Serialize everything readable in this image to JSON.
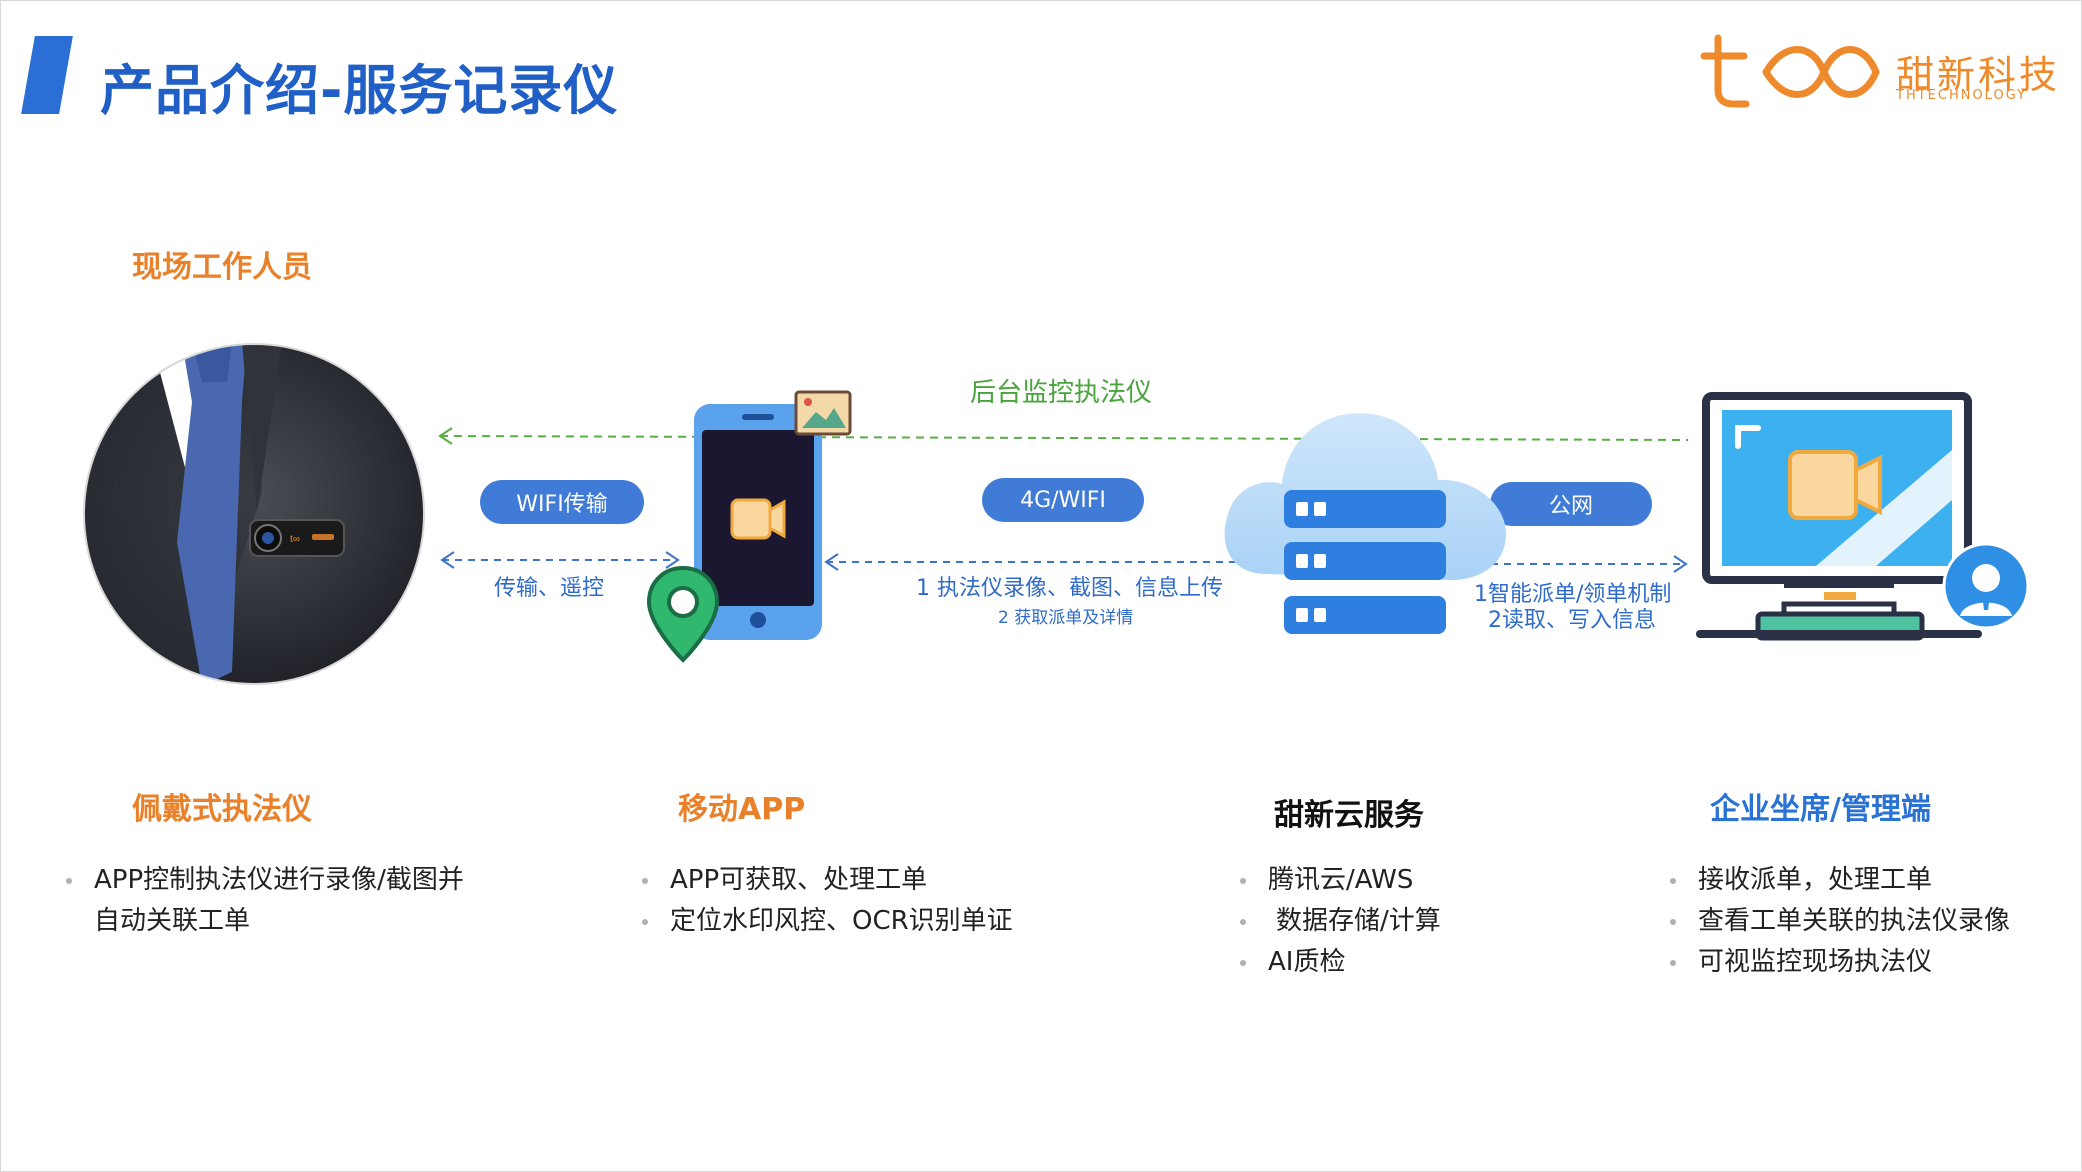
{
  "header": {
    "title": "产品介绍-服务记录仪",
    "brand_cn": "甜新科技",
    "brand_en": "THTECHNOLOGY",
    "accent": "#2b6fd6",
    "brand_color": "#ef8a2c"
  },
  "actors": {
    "field_staff": "现场工作人员"
  },
  "links": {
    "wifi_pill": "WIFI传输",
    "wifi_sub": "传输、遥控",
    "net_pill": "4G/WIFI",
    "net_sub1": "1 执法仪录像、截图、信息上传",
    "net_sub2": "2 获取派单及详情",
    "public_pill": "公网",
    "public_sub1": "1智能派单/领单机制",
    "public_sub2": "2读取、写入信息",
    "monitor": "后台监控执法仪"
  },
  "sections": [
    {
      "heading": "佩戴式执法仪",
      "items": [
        "APP控制执法仪进行录像/截图并",
        "自动关联工单"
      ]
    },
    {
      "heading": "移动APP",
      "items": [
        "APP可获取、处理工单",
        "定位水印风控、OCR识别单证"
      ]
    },
    {
      "heading": "甜新云服务",
      "items": [
        "腾讯云/AWS",
        "数据存储/计算",
        "AI质检"
      ]
    },
    {
      "heading": "企业坐席/管理端",
      "items": [
        "接收派单，处理工单",
        "查看工单关联的执法仪录像",
        "可视监控现场执法仪"
      ]
    }
  ],
  "icons": [
    "body-camera-icon",
    "phone-icon",
    "image-icon",
    "location-pin-icon",
    "video-camera-icon",
    "cloud-server-icon",
    "monitor-icon",
    "user-avatar-icon"
  ]
}
